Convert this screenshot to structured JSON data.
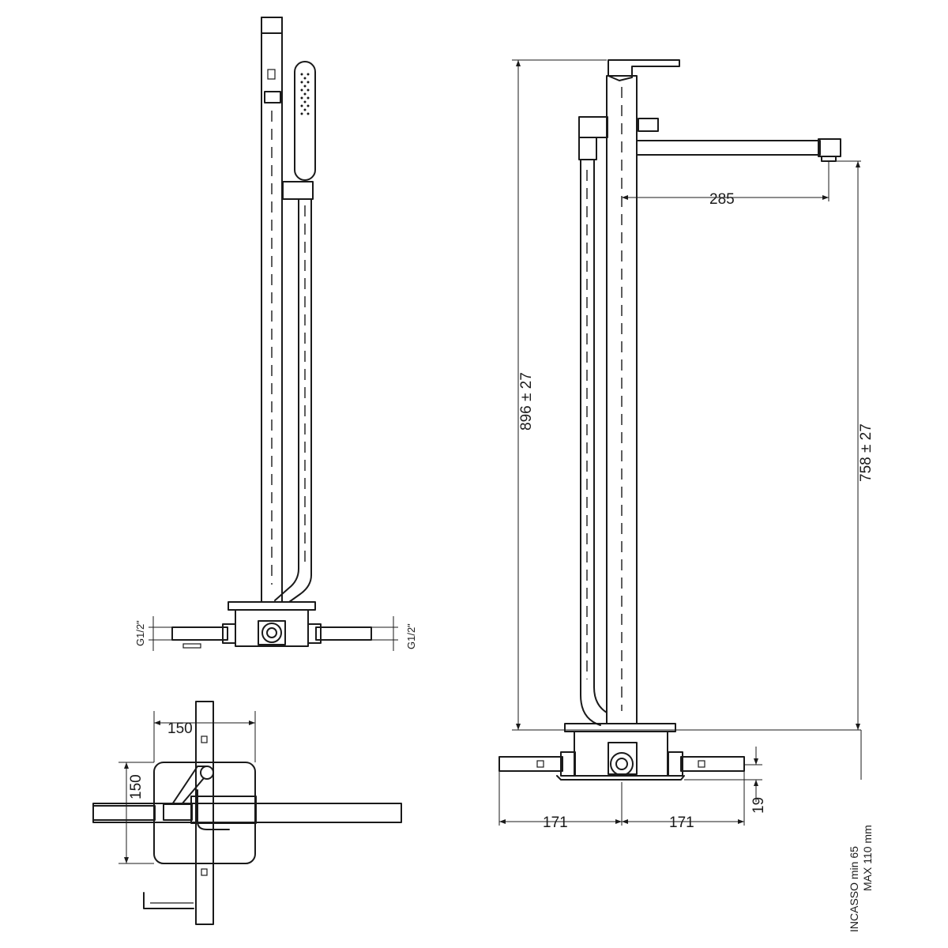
{
  "drawing": {
    "labels": {
      "thread_left": "G1/2\"",
      "thread_right": "G1/2\"",
      "top_width": "150",
      "top_height": "150",
      "overall_height": "896 ± 27",
      "spout_height": "758 ± 27",
      "spout_reach": "285",
      "base_left": "171",
      "base_right": "171",
      "base_depth": "19",
      "incasso_line1": "INCASSO min 65",
      "incasso_line2": "MAX 110 mm"
    }
  }
}
